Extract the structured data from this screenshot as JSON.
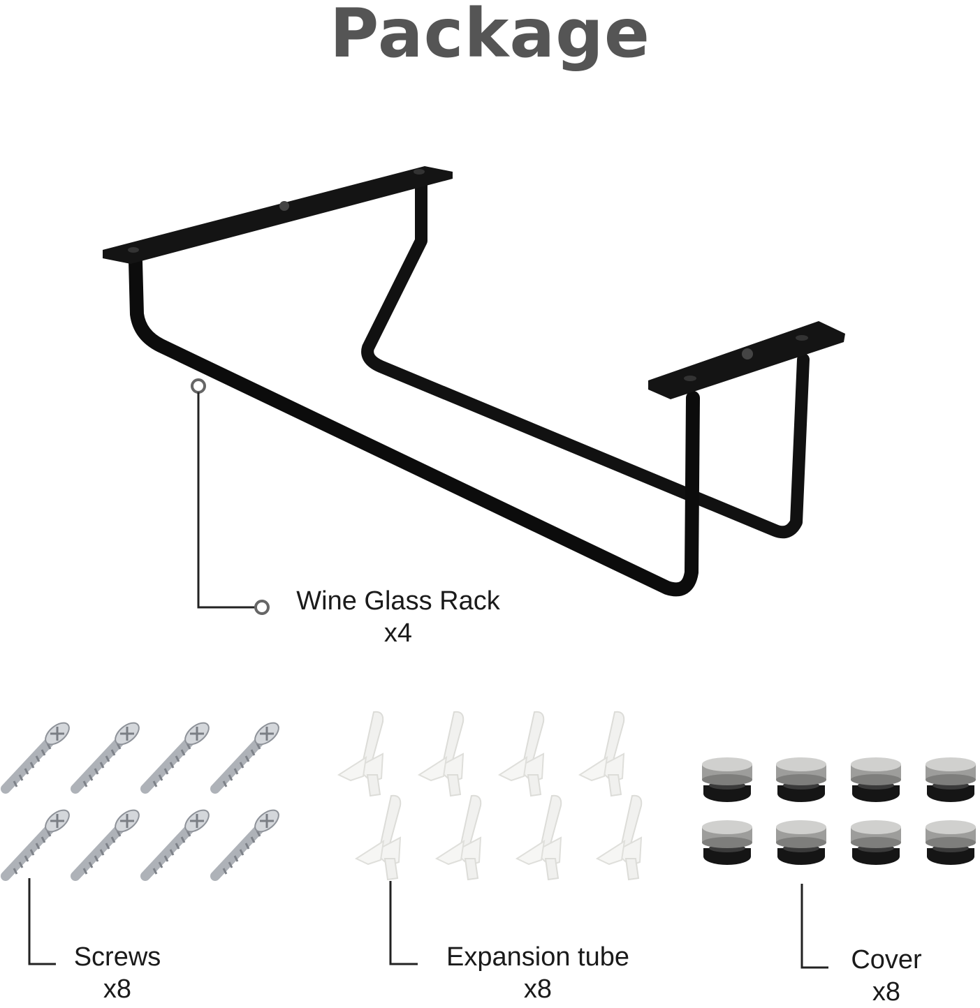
{
  "title": "Package",
  "items": [
    {
      "name": "Wine Glass Rack",
      "qty": "x4"
    },
    {
      "name": "Screws",
      "qty": "x8"
    },
    {
      "name": "Expansion tube",
      "qty": "x8"
    },
    {
      "name": "Cover",
      "qty": "x8"
    }
  ],
  "colors": {
    "title": "#555555",
    "rack": "#111111",
    "leader": "#222222",
    "screw": "#b8bcc2",
    "anchor": "#f2f2f0",
    "cap": "#9a9a9a",
    "cap_base": "#151515"
  },
  "icons": [
    "wine-glass-rack-icon",
    "screw-icon",
    "expansion-tube-icon",
    "cover-cap-icon"
  ]
}
